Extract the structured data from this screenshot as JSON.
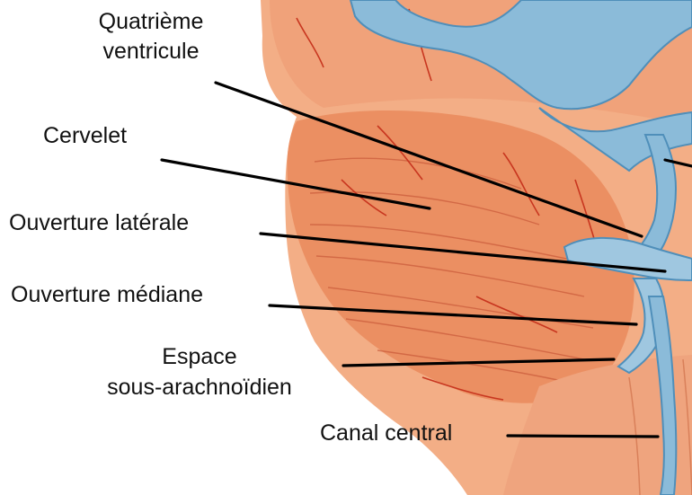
{
  "labels": {
    "quatrieme_l1": "Quatrième",
    "quatrieme_l2": "ventricule",
    "cervelet": "Cervelet",
    "ouverture_laterale": "Ouverture latérale",
    "ouverture_mediane": "Ouverture médiane",
    "espace_l1": "Espace",
    "espace_l2": "sous-arachnoïdien",
    "canal_central": "Canal central"
  },
  "colors": {
    "tissue": "#f0a078",
    "tissue_dark": "#d96a45",
    "vessel": "#c8361f",
    "csf_blue": "#7fb4d6",
    "csf_dark": "#4f8fba",
    "leader": "#000000"
  }
}
